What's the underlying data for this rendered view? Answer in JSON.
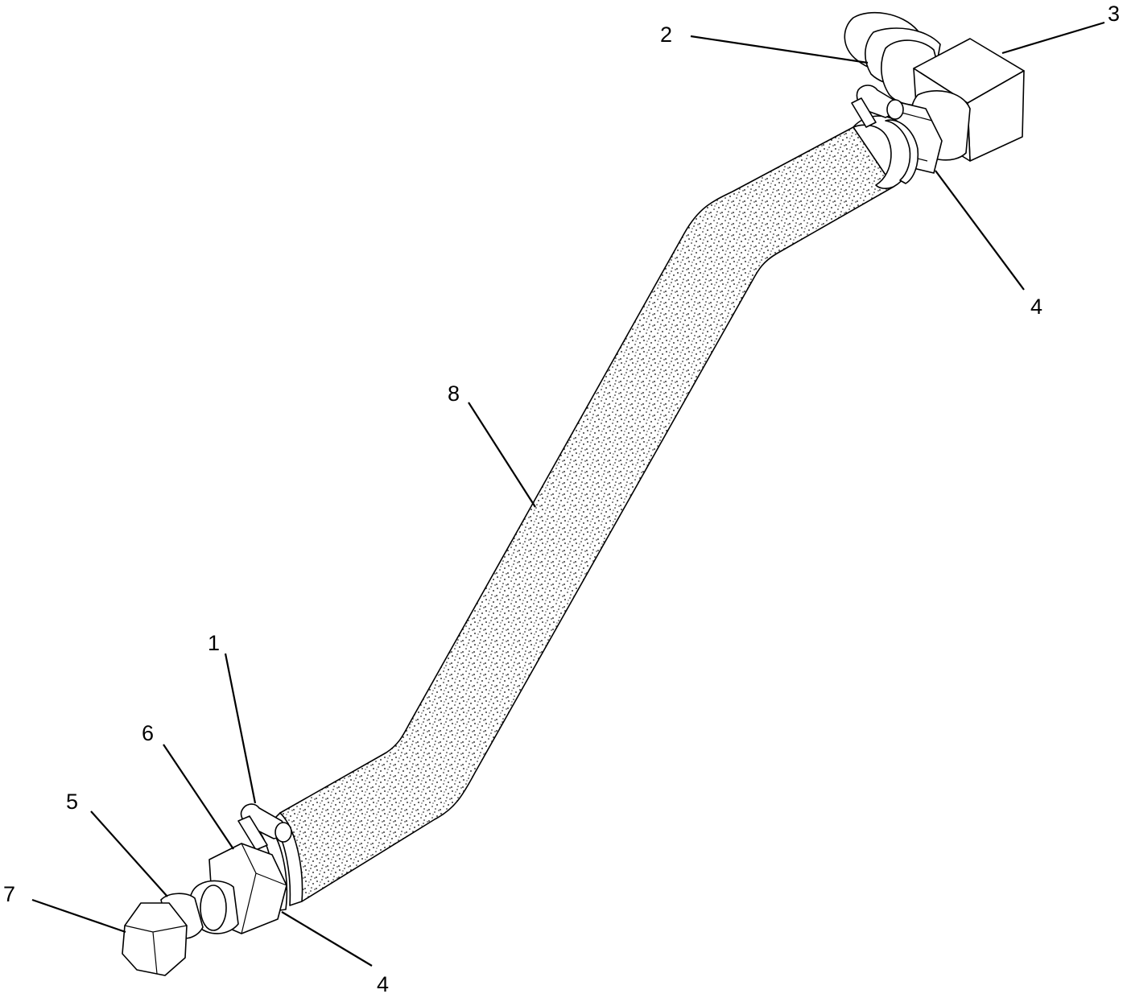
{
  "colors": {
    "line": "#000000",
    "background": "#ffffff",
    "stipple": "#000000"
  },
  "callouts": {
    "c1": "1",
    "c2": "2",
    "c3": "3",
    "c4_upper": "4",
    "c4_lower": "4",
    "c5": "5",
    "c6": "6",
    "c7": "7",
    "c8": "8"
  }
}
